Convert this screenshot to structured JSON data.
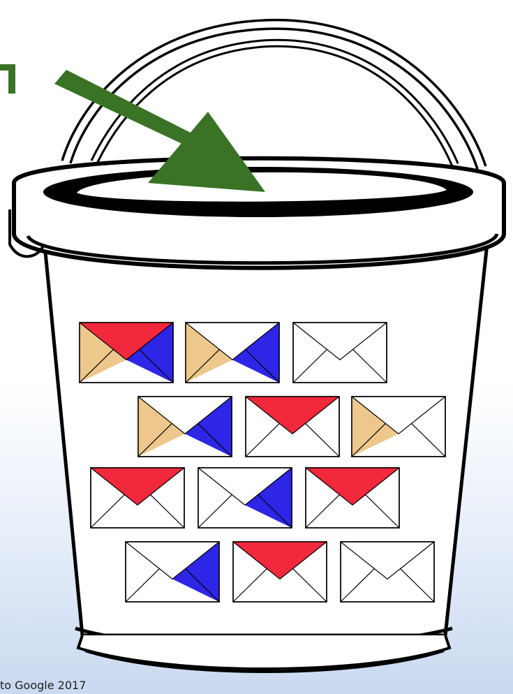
{
  "footer": {
    "text": "to Google 2017"
  },
  "colors": {
    "arrow": "#3a7326",
    "flap_red": "#f2283c",
    "flap_blue": "#2d26e6",
    "flap_tan": "#edc78c",
    "outline": "#000000",
    "bucket_fill": "#ffffff"
  },
  "envelopes": [
    {
      "top": "red",
      "left": "tan",
      "right": "blue"
    },
    {
      "top": null,
      "left": "tan",
      "right": "blue"
    },
    {
      "top": null,
      "left": null,
      "right": null
    },
    {
      "top": null,
      "left": "tan",
      "right": "blue"
    },
    {
      "top": "red",
      "left": null,
      "right": null
    },
    {
      "top": null,
      "left": "tan",
      "right": null
    },
    {
      "top": "red",
      "left": null,
      "right": null
    },
    {
      "top": null,
      "left": null,
      "right": "blue"
    },
    {
      "top": "red",
      "left": null,
      "right": null
    },
    {
      "top": null,
      "left": null,
      "right": "blue"
    },
    {
      "top": "red",
      "left": null,
      "right": null
    },
    {
      "top": null,
      "left": null,
      "right": null
    }
  ]
}
